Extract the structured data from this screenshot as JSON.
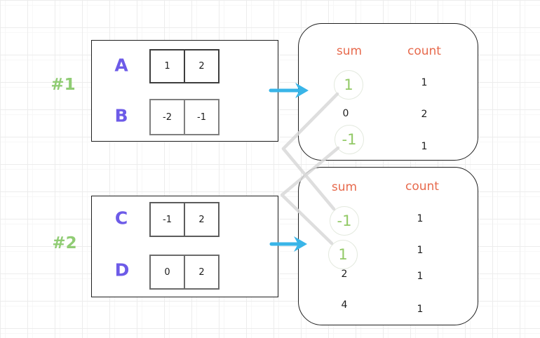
{
  "groups": [
    {
      "id": "#1",
      "rows": [
        {
          "label": "A",
          "cells": [
            "1",
            "2"
          ]
        },
        {
          "label": "B",
          "cells": [
            "-2",
            "-1"
          ]
        }
      ]
    },
    {
      "id": "#2",
      "rows": [
        {
          "label": "C",
          "cells": [
            "-1",
            "2"
          ]
        },
        {
          "label": "D",
          "cells": [
            "0",
            "2"
          ]
        }
      ]
    }
  ],
  "tables": [
    {
      "sum_header": "sum",
      "count_header": "count",
      "rows": [
        {
          "sum": "1",
          "count": "1",
          "highlighted": true
        },
        {
          "sum": "0",
          "count": "2",
          "highlighted": false
        },
        {
          "sum": "-1",
          "count": "1",
          "highlighted": true
        }
      ]
    },
    {
      "sum_header": "sum",
      "count_header": "count",
      "rows": [
        {
          "sum": "-1",
          "count": "1",
          "highlighted": true
        },
        {
          "sum": "1",
          "count": "1",
          "highlighted": true
        },
        {
          "sum": "2",
          "count": "1",
          "highlighted": false
        },
        {
          "sum": "4",
          "count": "1",
          "highlighted": false
        }
      ]
    }
  ],
  "connections": [
    {
      "from": "table-1 sum 1",
      "to": "table-2 sum -1"
    },
    {
      "from": "table-1 sum -1",
      "to": "table-2 sum 1"
    }
  ],
  "colors": {
    "row_label": "#6d5be8",
    "group_label": "#90cc74",
    "header": "#e76a4d",
    "green": "#92c966",
    "arrow": "#39b5e8",
    "connector": "#d8d8d8"
  }
}
